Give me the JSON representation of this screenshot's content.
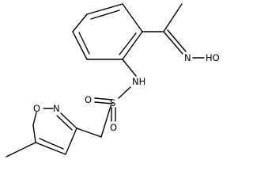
{
  "structure": {
    "atoms": {
      "hydroxyl": "HO",
      "oxime_n": "N",
      "amide_nh": "NH",
      "sulfur": "S",
      "sulfonyl_o_left": "O",
      "sulfonyl_o_bottom": "O",
      "isoxazole_o": "O",
      "isoxazole_n": "N"
    }
  }
}
